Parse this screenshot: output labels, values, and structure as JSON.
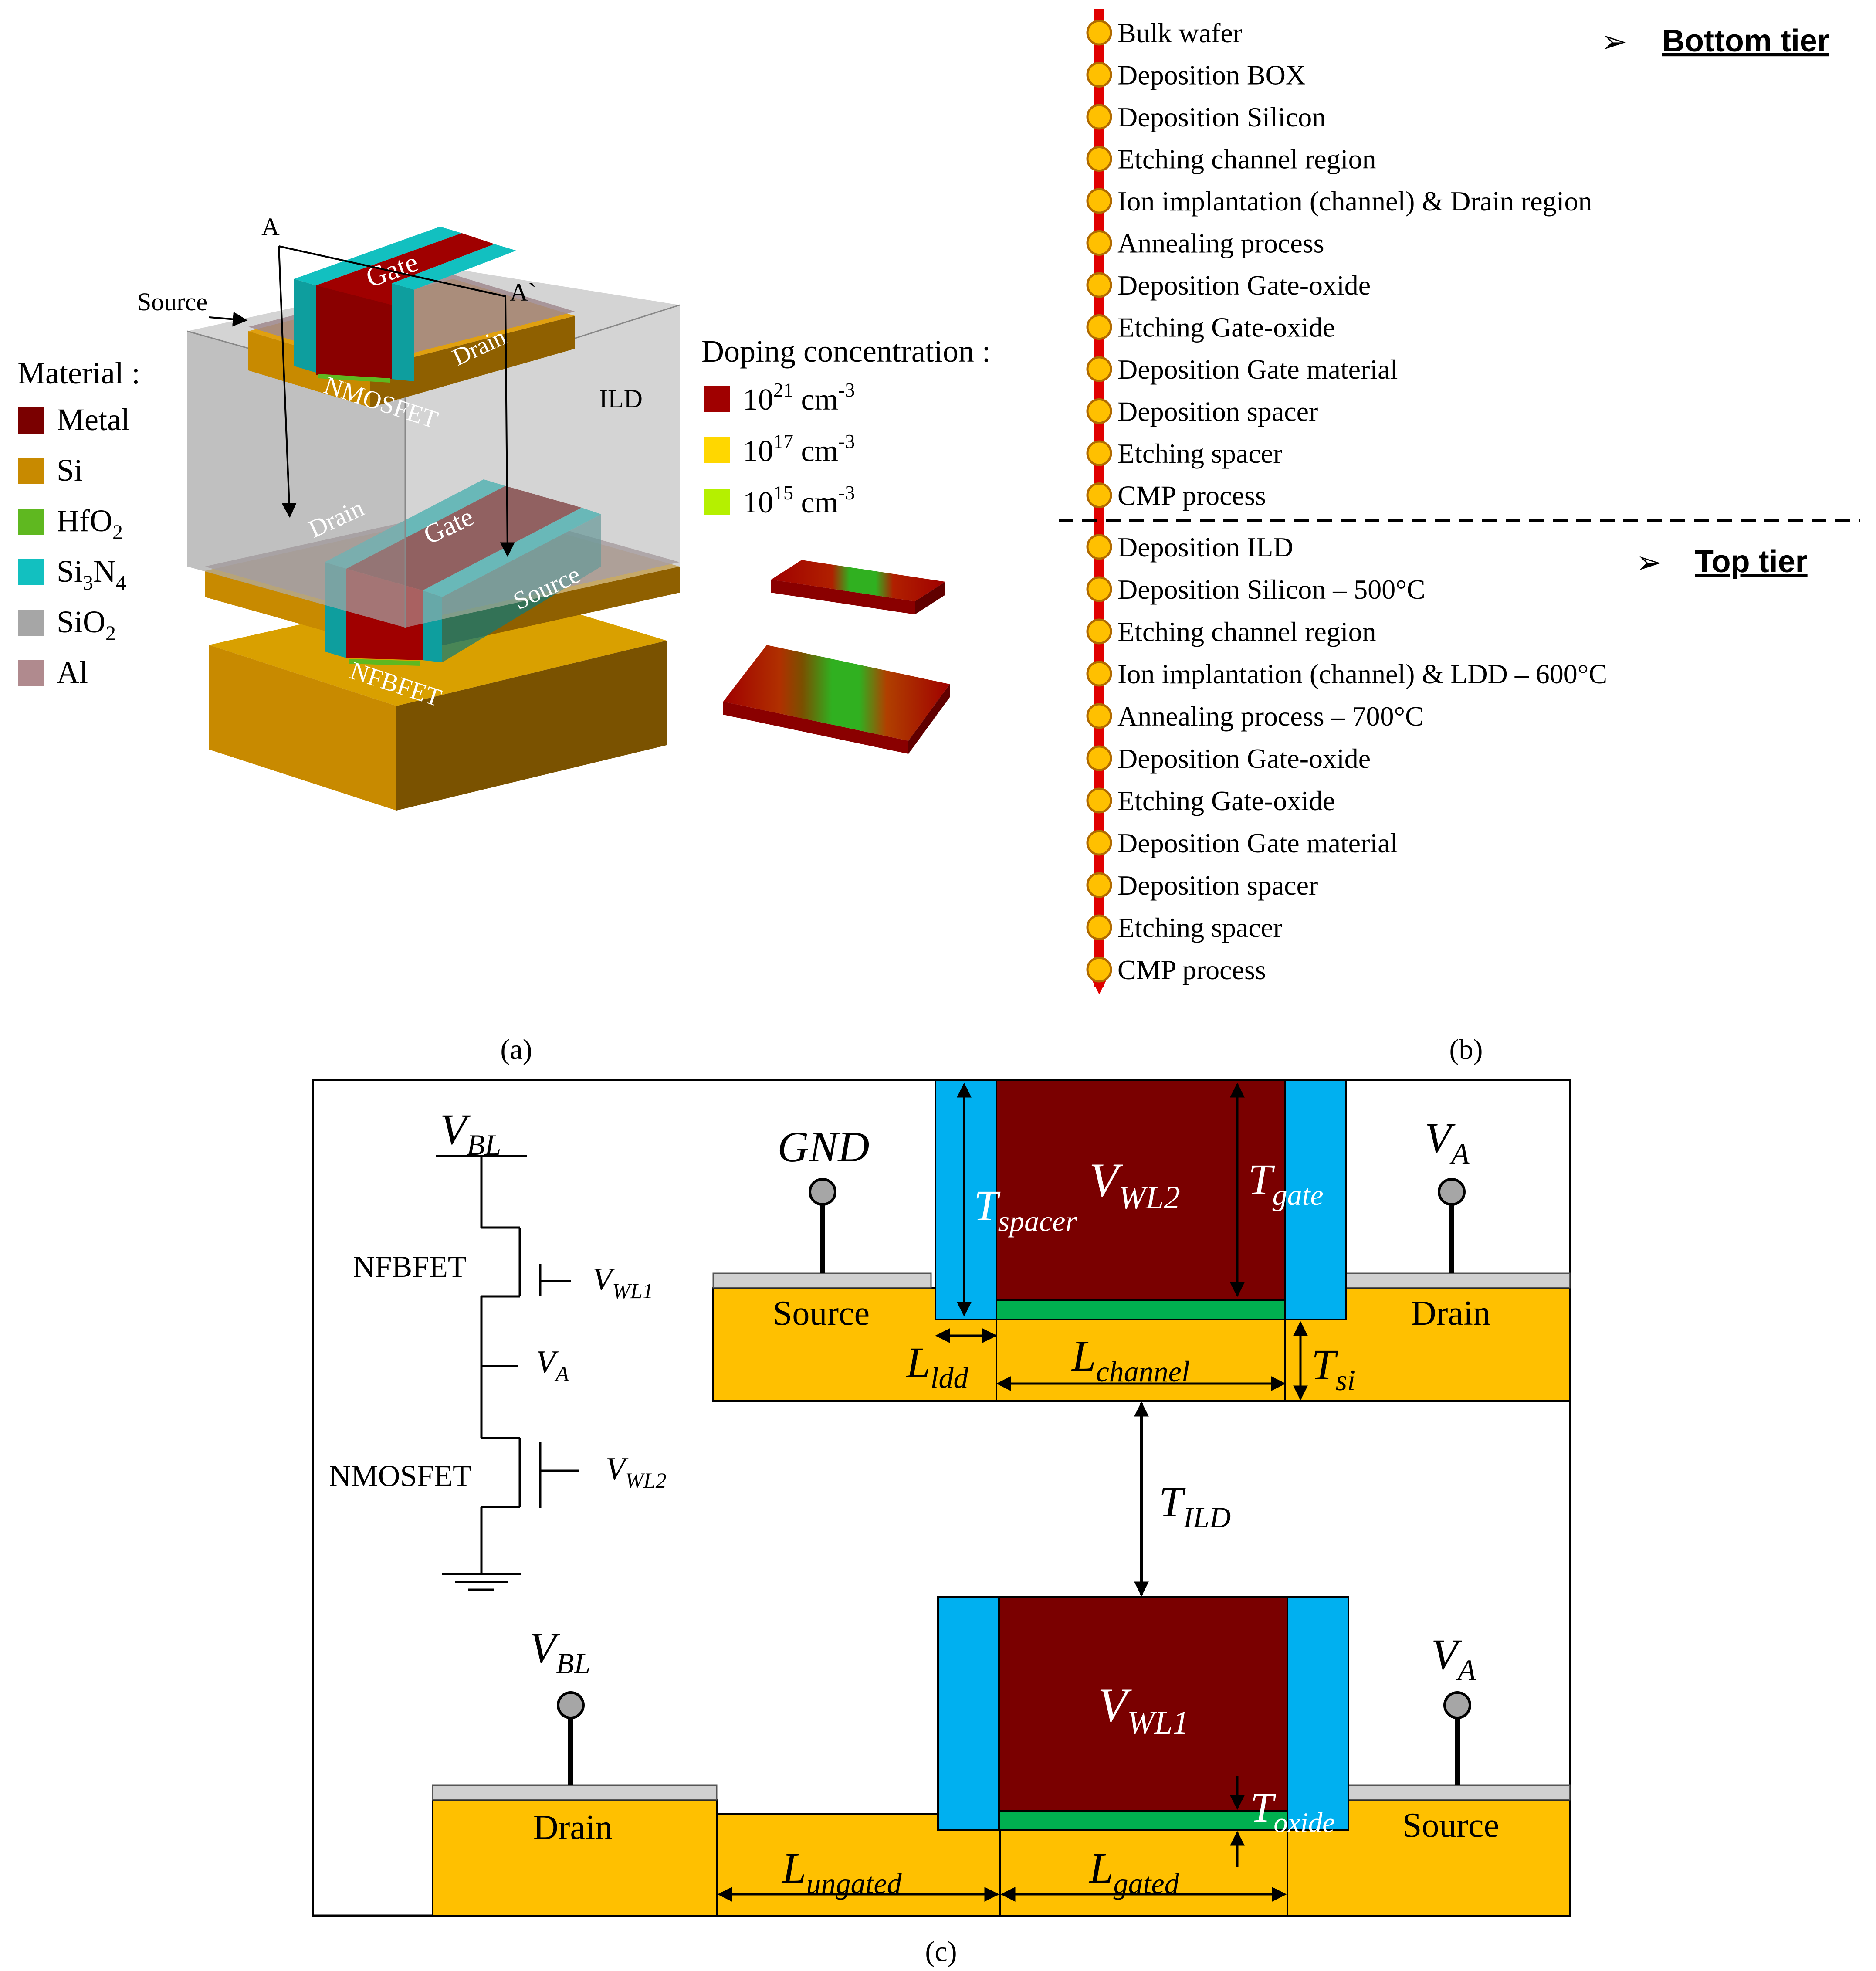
{
  "colors": {
    "metal": "#7a0000",
    "si": "#c88a00",
    "si_bright": "#ffc000",
    "hfo2": "#5fb820",
    "oxide_green": "#00b050",
    "si3n4": "#12c0c0",
    "spacer_blue": "#00b0f0",
    "sio2": "#a6a6a6",
    "al": "#b08a8e",
    "dop_21": "#a00000",
    "dop_17": "#ffd700",
    "dop_15": "#b5f000",
    "flow_line": "#e00000",
    "flow_node": "#ffc000"
  },
  "panel_a": {
    "material_title": "Material :",
    "materials": [
      {
        "key": "metal",
        "label": "Metal",
        "sub": ""
      },
      {
        "key": "si",
        "label": "Si",
        "sub": ""
      },
      {
        "key": "hfo2",
        "label": "HfO",
        "sub": "2"
      },
      {
        "key": "si3n4",
        "label": "Si",
        "sub": "3",
        "label2": "N",
        "sub2": "4"
      },
      {
        "key": "sio2",
        "label": "SiO",
        "sub": "2"
      },
      {
        "key": "al",
        "label": "Al",
        "sub": ""
      }
    ],
    "labels": {
      "a": "A",
      "a_prime": "A`",
      "source_arrow": "Source",
      "gate_top": "Gate",
      "drain_top": "Drain",
      "nmosfet": "NMOSFET",
      "ild": "ILD",
      "drain_bottom": "Drain",
      "gate_bottom": "Gate",
      "source_bottom": "Source",
      "nfbfet": "NFBFET"
    },
    "doping_title": "Doping concentration :",
    "doping": [
      {
        "key": "dop_21",
        "base": "10",
        "exp": "21",
        "unit": "cm",
        "unit_exp": "-3"
      },
      {
        "key": "dop_17",
        "base": "10",
        "exp": "17",
        "unit": "cm",
        "unit_exp": "-3"
      },
      {
        "key": "dop_15",
        "base": "10",
        "exp": "15",
        "unit": "cm",
        "unit_exp": "-3"
      }
    ],
    "caption": "(a)"
  },
  "panel_b": {
    "bottom_tier_label": "Bottom tier",
    "top_tier_label": "Top tier",
    "bottom_steps": [
      "Bulk wafer",
      "Deposition BOX",
      "Deposition Silicon",
      "Etching channel region",
      "Ion implantation (channel) & Drain region",
      "Annealing process",
      "Deposition Gate-oxide",
      "Etching Gate-oxide",
      "Deposition Gate material",
      "Deposition spacer",
      "Etching spacer",
      "CMP process"
    ],
    "top_steps": [
      "Deposition ILD",
      "Deposition Silicon – 500°C",
      "Etching channel region",
      "Ion implantation (channel) & LDD – 600°C",
      "Annealing process – 700°C",
      "Deposition Gate-oxide",
      "Etching Gate-oxide",
      "Deposition Gate material",
      "Deposition spacer",
      "Etching spacer",
      "CMP process"
    ],
    "caption": "(b)"
  },
  "panel_c": {
    "circuit": {
      "vbl": {
        "main": "V",
        "sub": "BL"
      },
      "nfbfet": "NFBFET",
      "vwl1": {
        "main": "V",
        "sub": "WL1"
      },
      "va": {
        "main": "V",
        "sub": "A"
      },
      "nmosfet": "NMOSFET",
      "vwl2": {
        "main": "V",
        "sub": "WL2"
      }
    },
    "top_device": {
      "gnd": "GND",
      "source": "Source",
      "drain": "Drain",
      "va": {
        "main": "V",
        "sub": "A"
      },
      "vwl2": {
        "main": "V",
        "sub": "WL2"
      },
      "tspacer": {
        "main": "T",
        "sub": "spacer"
      },
      "tgate": {
        "main": "T",
        "sub": "gate"
      },
      "lldd": {
        "main": "L",
        "sub": "ldd"
      },
      "lchannel": {
        "main": "L",
        "sub": "channel"
      },
      "tsi": {
        "main": "T",
        "sub": "si"
      }
    },
    "tild": {
      "main": "T",
      "sub": "ILD"
    },
    "bottom_device": {
      "vbl": {
        "main": "V",
        "sub": "BL"
      },
      "drain": "Drain",
      "source": "Source",
      "va": {
        "main": "V",
        "sub": "A"
      },
      "vwl1": {
        "main": "V",
        "sub": "WL1"
      },
      "toxide": {
        "main": "T",
        "sub": "oxide"
      },
      "lungated": {
        "main": "L",
        "sub": "ungated"
      },
      "lgated": {
        "main": "L",
        "sub": "gated"
      }
    },
    "caption": "(c)"
  }
}
